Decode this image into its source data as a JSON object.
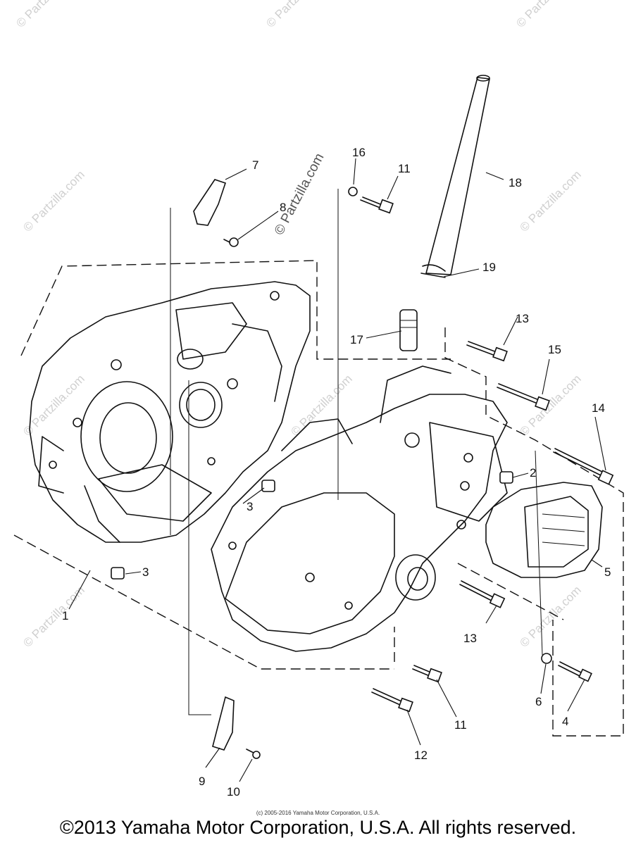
{
  "diagram": {
    "watermark": "© Partzilla.com",
    "callouts": [
      "1",
      "2",
      "3",
      "3",
      "4",
      "5",
      "6",
      "7",
      "8",
      "9",
      "10",
      "11",
      "11",
      "12",
      "13",
      "13",
      "14",
      "15",
      "16",
      "17",
      "18",
      "19"
    ]
  },
  "footer": {
    "small_copyright": "(c) 2005-2016 Yamaha Motor Corporation, U.S.A.",
    "main_copyright": "©2013 Yamaha Motor Corporation, U.S.A. All rights reserved."
  }
}
